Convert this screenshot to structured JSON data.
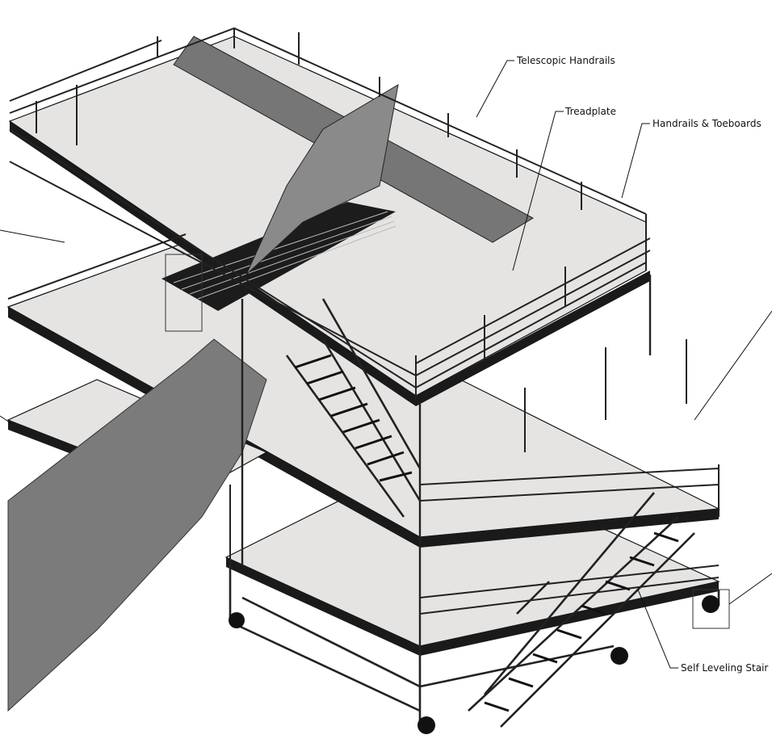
{
  "title": "Aircraft tail access work platform - isometric view",
  "callouts": [
    {
      "label": "Telescopic Handrails"
    },
    {
      "label": "Treadplate"
    },
    {
      "label": "Handrails & Toeboards"
    },
    {
      "label": "Self Leveling Stair"
    }
  ],
  "colors": {
    "deck": "#e6e4e3",
    "aircraft": "#7a7a7a",
    "line": "#111111"
  }
}
